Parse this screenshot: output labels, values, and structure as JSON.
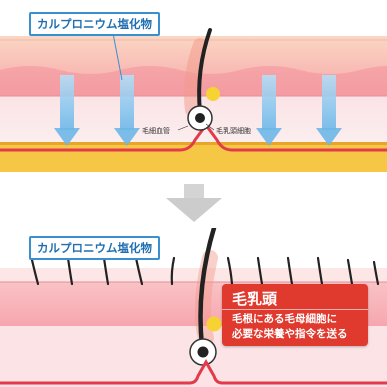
{
  "top_panel": {
    "compound_label": "カルプロニウム塩化物",
    "capillary_label": "毛細血管",
    "papilla_cell_label": "毛乳頭細胞"
  },
  "bottom_panel": {
    "compound_label": "カルプロニウム塩化物",
    "callout_title": "毛乳頭",
    "callout_line1": "毛根にある毛母細胞に",
    "callout_line2": "必要な栄養や指令を送る"
  },
  "colors": {
    "label_border": "#3a8fd0",
    "callout_bg": "#e03a2f",
    "arrow_blue": "#8fc9ee",
    "skin_pink": "#f7a6b0",
    "fat_yellow": "#f6c745"
  }
}
